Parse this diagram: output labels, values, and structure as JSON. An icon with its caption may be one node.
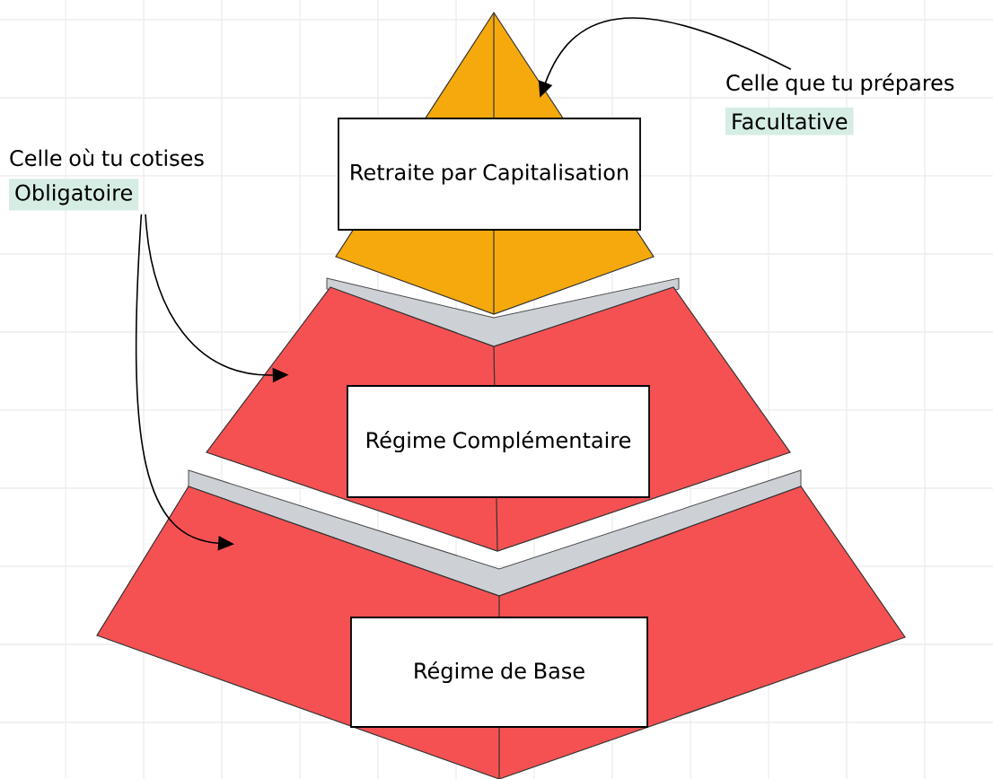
{
  "diagram": {
    "nodes": [
      {
        "text": [
          "Celle où tu cotises",
          "Obligatoire"
        ]
      },
      {
        "text": [
          "Celle que tu prépares",
          "Facultative"
        ]
      },
      {
        "text": [],
        "shape": "triangle"
      },
      {
        "text": [
          "Retraite par Capitalisation"
        ],
        "in": 2
      },
      {
        "text": [],
        "shape": "trapezium"
      },
      {
        "text": [
          "Régime Complémentaire"
        ],
        "in": 4
      },
      {
        "text": [],
        "shape": "trapezium"
      },
      {
        "text": [
          "Régime de Base"
        ],
        "in": 6
      }
    ],
    "edges": [
      {
        "from": 1,
        "to": 2,
        "arrow": "to"
      },
      {
        "from": 0,
        "to": 4,
        "arrow": "to"
      },
      {
        "from": 0,
        "to": 6,
        "arrow": "to"
      }
    ]
  }
}
